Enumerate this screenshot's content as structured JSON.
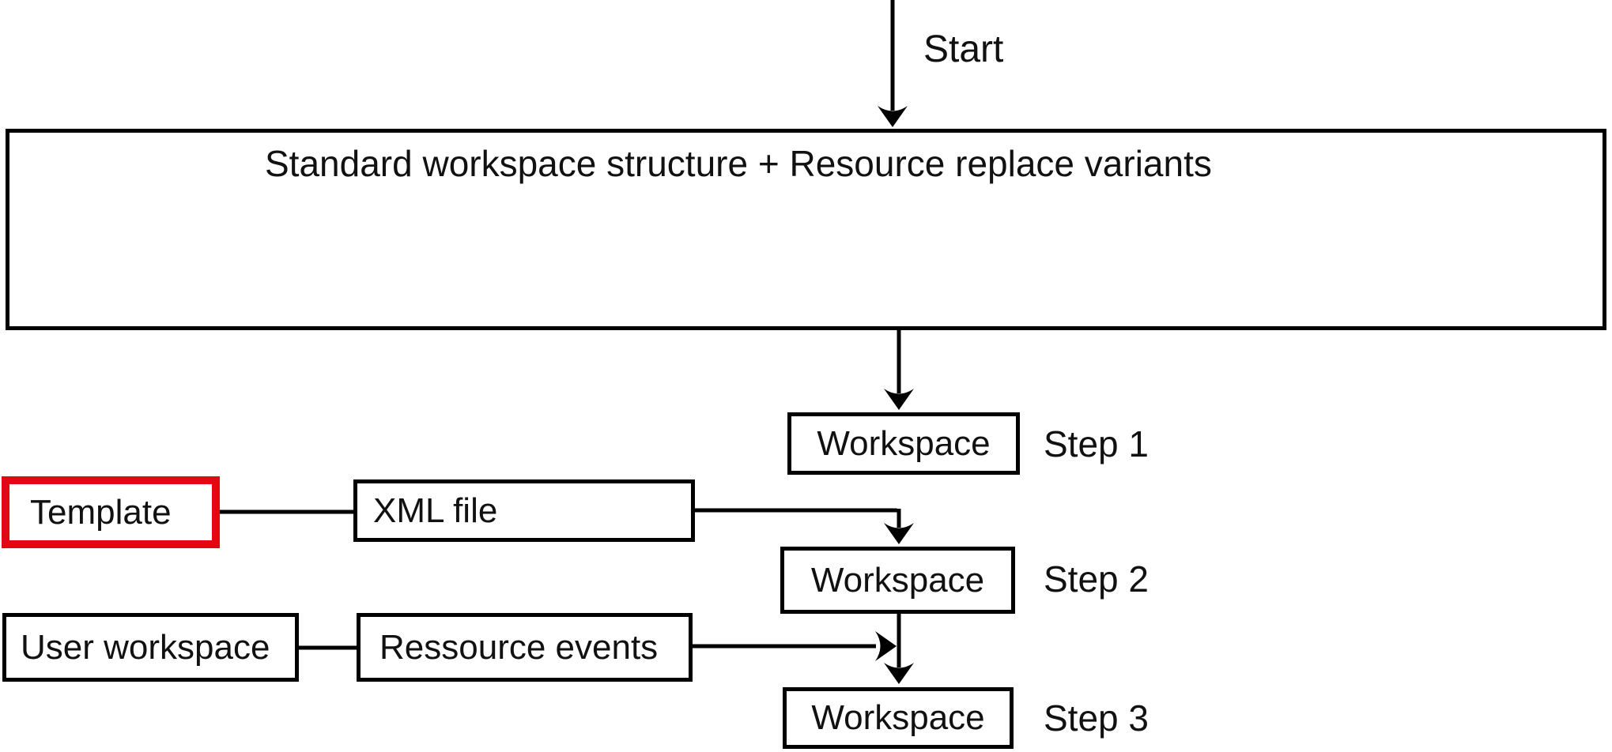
{
  "diagram": {
    "start": {
      "label": "Start"
    },
    "main_box": {
      "label": "Standard workspace structure + Resource replace variants"
    },
    "workspace_boxes": [
      {
        "label": "Workspace",
        "step": "Step 1"
      },
      {
        "label": "Workspace",
        "step": "Step 2"
      },
      {
        "label": "Workspace",
        "step": "Step 3"
      }
    ],
    "template_box": {
      "label": "Template"
    },
    "xml_file_box": {
      "label": "XML file"
    },
    "user_workspace_box": {
      "label": "User workspace"
    },
    "resource_events_box": {
      "label": "Ressource events"
    },
    "colors": {
      "highlight_border": "#e30613",
      "line": "#000000",
      "background": "#ffffff"
    }
  }
}
